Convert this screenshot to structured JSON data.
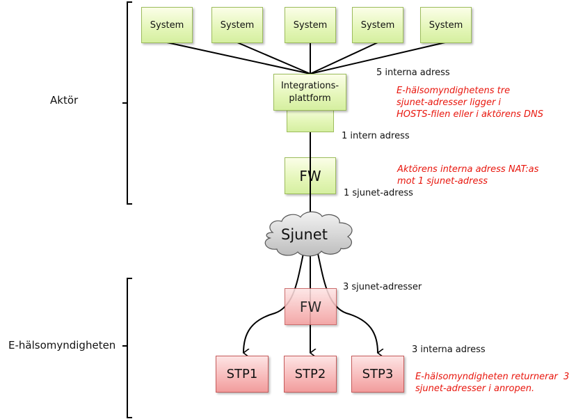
{
  "sections": {
    "actor": "Aktör",
    "ehm": "E-hälsomyndigheten"
  },
  "actor": {
    "systems": [
      "System",
      "System",
      "System",
      "System",
      "System"
    ],
    "integration_platform": "Integrations-\nplattform",
    "integration_platform_line1": "Integrations-",
    "integration_platform_line2": "plattform",
    "firewall": "FW",
    "label_internal_addresses": "5 interna adress",
    "label_one_internal": "1 intern adress",
    "label_one_sjunet": "1 sjunet-adress",
    "note_hosts": [
      "E-hälsomyndighetens tre",
      "sjunet-adresser ligger i",
      "HOSTS-filen eller i aktörens DNS"
    ],
    "note_nat": [
      "Aktörens interna adress NAT:as",
      "mot 1 sjunet-adress"
    ]
  },
  "network": {
    "cloud": "Sjunet"
  },
  "ehm": {
    "firewall": "FW",
    "label_three_sjunet": "3 sjunet-adresser",
    "label_three_internal": "3 interna adress",
    "stps": [
      "STP1",
      "STP2",
      "STP3"
    ],
    "note_returns": [
      "E-hälsomyndigheten returnerar  3",
      "sjunet-adresser i anropen."
    ]
  },
  "colors": {
    "actor_fill": "#e4f6b8",
    "actor_border": "#9cbc5b",
    "ehm_fill": "#f6b2b2",
    "ehm_border": "#c55a5a",
    "cloud_fill": "#d4d4d4",
    "note_text": "#e8160d"
  }
}
